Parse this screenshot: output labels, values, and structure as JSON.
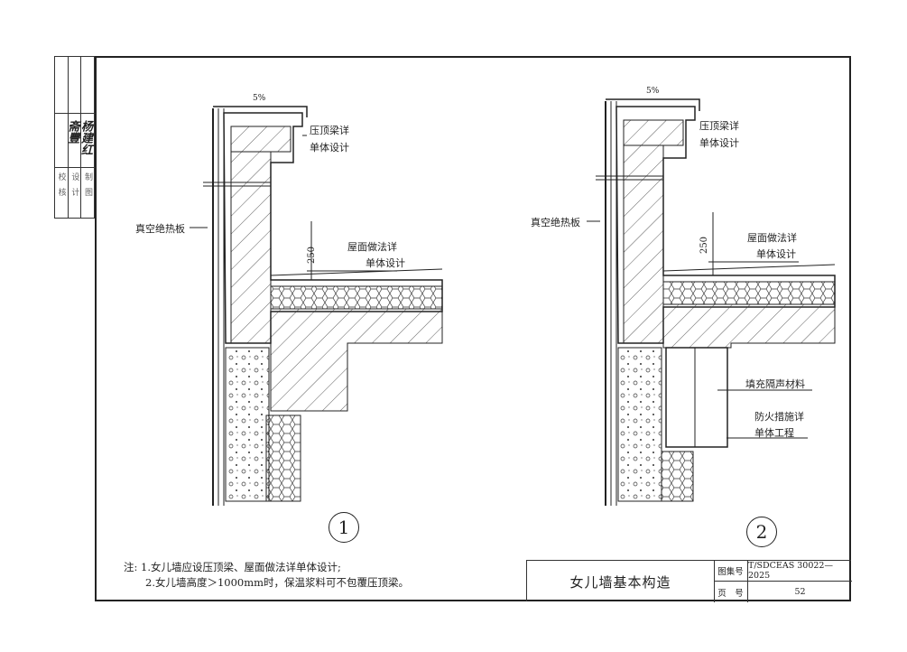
{
  "side_strip": {
    "labels": [
      "校核",
      "设计",
      "制图"
    ],
    "signatures": [
      "",
      "斋豐",
      "杨建红"
    ]
  },
  "detail_1": {
    "slope": "5%",
    "coping_label": [
      "压顶梁详",
      "单体设计"
    ],
    "insulation_label": "真空绝热板",
    "height_dim": "250",
    "roof_label": [
      "屋面做法详",
      "单体设计"
    ],
    "number": "1"
  },
  "detail_2": {
    "slope": "5%",
    "coping_label": [
      "压顶梁详",
      "单体设计"
    ],
    "insulation_label": "真空绝热板",
    "height_dim": "250",
    "roof_label": [
      "屋面做法详",
      "单体设计"
    ],
    "fill_label": "填充隔声材料",
    "fire_label": [
      "防火措施详",
      "单体工程"
    ],
    "number": "2"
  },
  "notes": {
    "prefix": "注:",
    "items": [
      "1.女儿墙应设压顶梁、屋面做法详单体设计;",
      "2.女儿墙高度＞1000mm时，保温浆料可不包覆压顶梁。"
    ]
  },
  "title_block": {
    "title": "女儿墙基本构造",
    "atlas_label": "图集号",
    "atlas_value": "T/SDCEAS 30022—2025",
    "page_label": "页　号",
    "page_value": "52"
  }
}
